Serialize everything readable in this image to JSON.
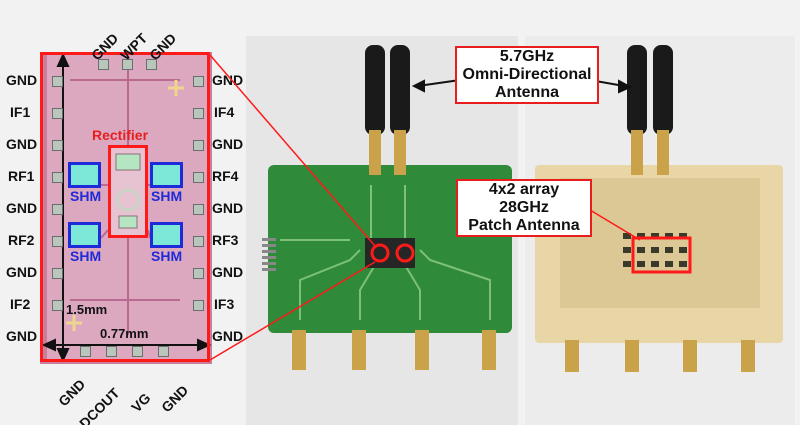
{
  "pins_top": [
    "GND",
    "WPT",
    "GND"
  ],
  "pins_left": [
    "GND",
    "IF1",
    "GND",
    "RF1",
    "GND",
    "RF2",
    "GND",
    "IF2",
    "GND"
  ],
  "pins_right": [
    "GND",
    "IF4",
    "GND",
    "RF4",
    "GND",
    "RF3",
    "GND",
    "IF3",
    "GND"
  ],
  "pins_bottom": [
    "GND",
    "DCOUT",
    "VG",
    "GND"
  ],
  "rectifier_label": "Rectifier",
  "shm_label": "SHM",
  "dimensions": {
    "height": "1.5mm",
    "width": "0.77mm"
  },
  "callouts": {
    "omni": [
      "5.7GHz",
      "Omni-Directional",
      "Antenna"
    ],
    "patch": [
      "4x2 array",
      "28GHz",
      "Patch Antenna"
    ]
  },
  "colors": {
    "highlight_red": "#e81e1e",
    "shm_blue": "#1f2bd9",
    "pcb_green": "#2f8a3a"
  }
}
